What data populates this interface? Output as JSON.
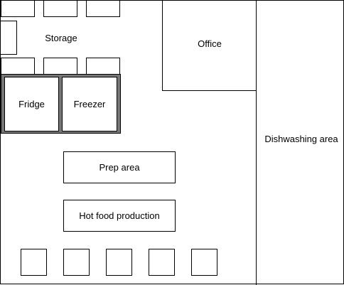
{
  "rooms": {
    "storage": "Storage",
    "office": "Office",
    "fridge": "Fridge",
    "freezer": "Freezer",
    "dishwashing": "Dishwashing area",
    "prep": "Prep area",
    "hot_food": "Hot food production"
  },
  "colors": {
    "line": "#000000",
    "cold_store_fill": "#777777",
    "background": "#ffffff"
  },
  "counts": {
    "top_shelves": 3,
    "bottom_shelves": 3,
    "side_shelves": 1,
    "bottom_stations": 5
  }
}
